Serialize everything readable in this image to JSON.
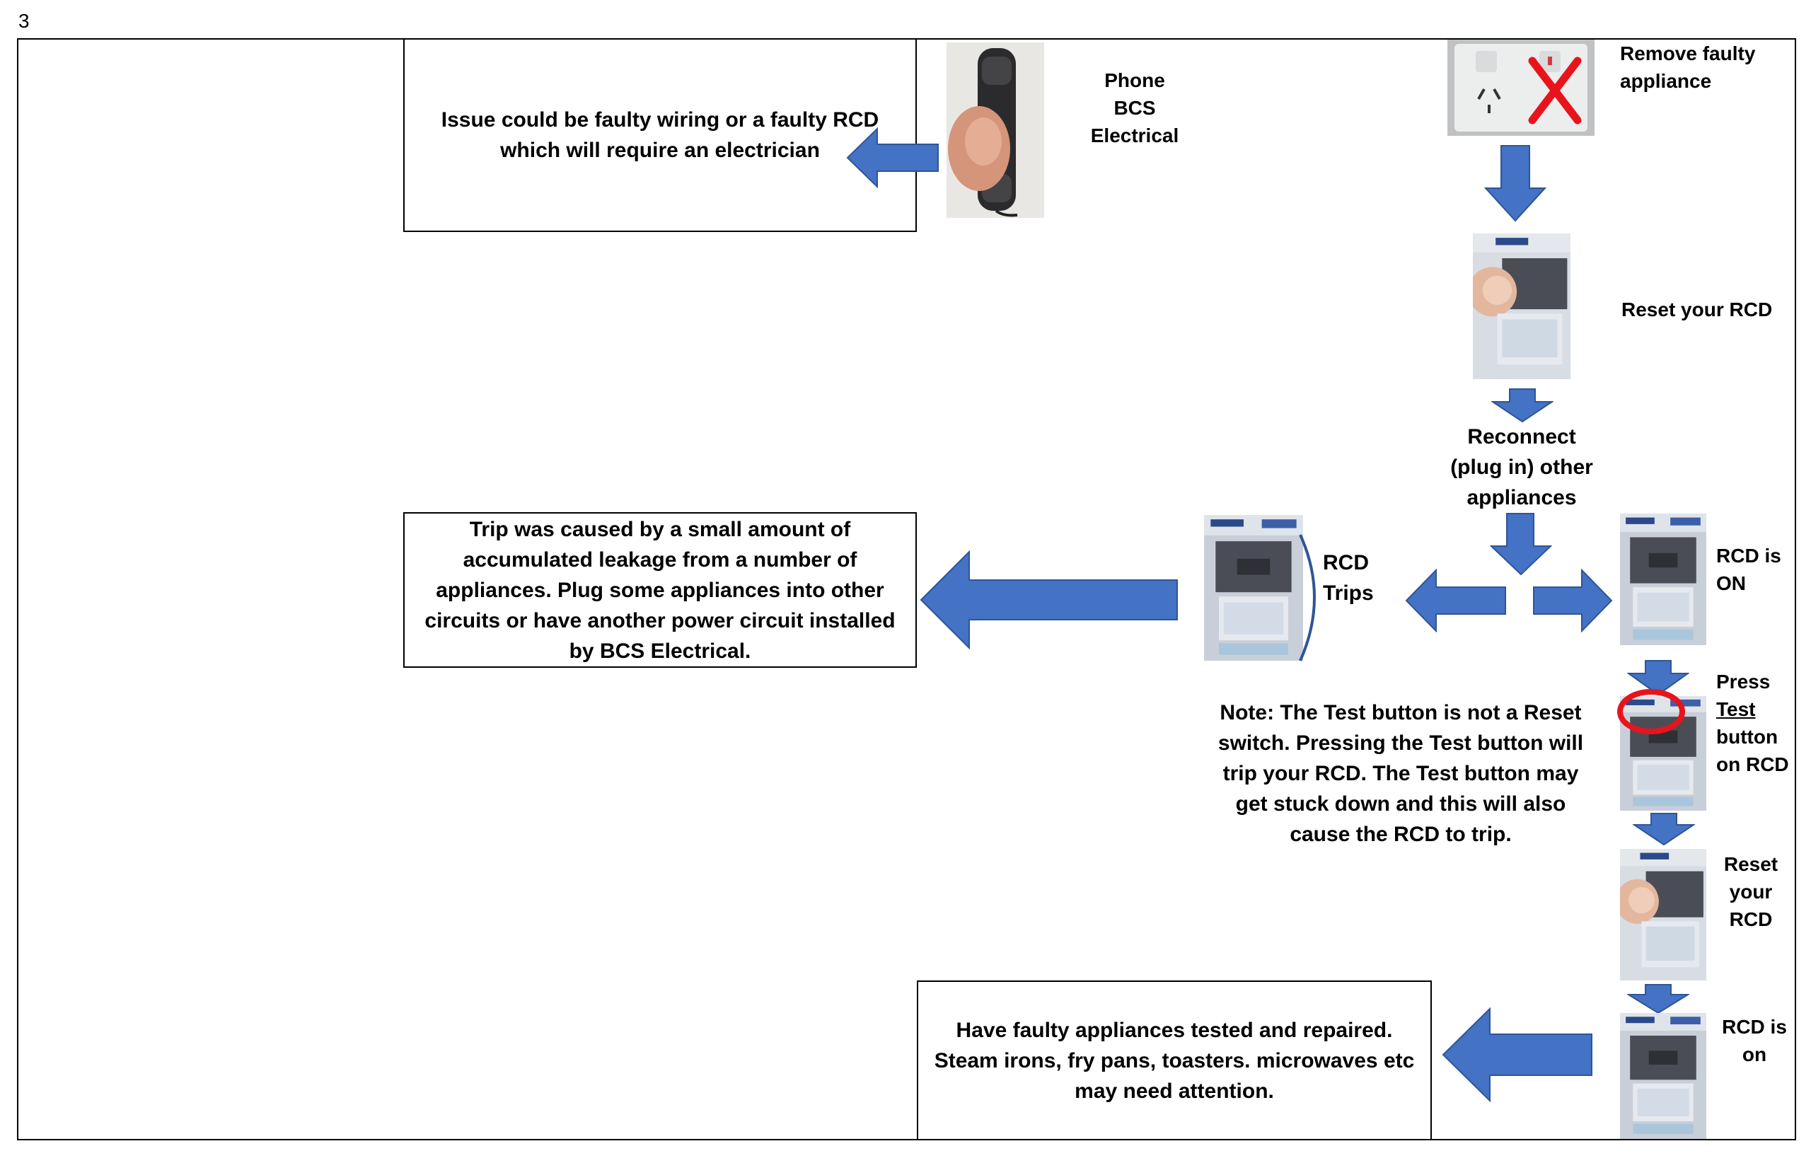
{
  "page_number": "3",
  "colors": {
    "arrow": "#4472c4",
    "arrow_stroke": "#2f5597",
    "cross": "#e8141c",
    "highlight_ring": "#e8141c"
  },
  "boxes": {
    "electrician": "Issue could be faulty wiring or a faulty RCD which will require an electrician",
    "leakage": "Trip was caused by a small amount of accumulated leakage from a number of appliances. Plug some appliances into other circuits or have another power circuit installed by BCS Electrical.",
    "faulty_appliances": "Have faulty appliances tested and repaired. Steam irons, fry pans, toasters. microwaves etc may need attention."
  },
  "labels": {
    "phone": [
      "Phone",
      "BCS",
      "Electrical"
    ],
    "remove_faulty": [
      "Remove faulty",
      "appliance"
    ],
    "reset_rcd_1": "Reset your RCD",
    "reconnect": [
      "Reconnect",
      "(plug in) other",
      "appliances"
    ],
    "rcd_trips": [
      "RCD",
      "Trips"
    ],
    "rcd_is_on_1": [
      "RCD is",
      "ON"
    ],
    "press_test": {
      "line1": "Press",
      "underlined": "Test",
      "line3": "button",
      "line4": "on RCD"
    },
    "reset_rcd_2": [
      "Reset",
      "your",
      "RCD"
    ],
    "rcd_is_on_2": [
      "RCD is",
      "on"
    ],
    "note": [
      "Note: The Test button is not a Reset",
      "switch. Pressing the Test button will",
      "trip your RCD. The Test button may",
      "get stuck down and this will also",
      "cause the RCD to trip."
    ]
  },
  "icons": {
    "phone_photo": "phone-handset-icon",
    "outlet_photo": "power-outlet-icon",
    "rcd_photo": "rcd-switch-icon",
    "cross_mark": "cross-icon"
  }
}
